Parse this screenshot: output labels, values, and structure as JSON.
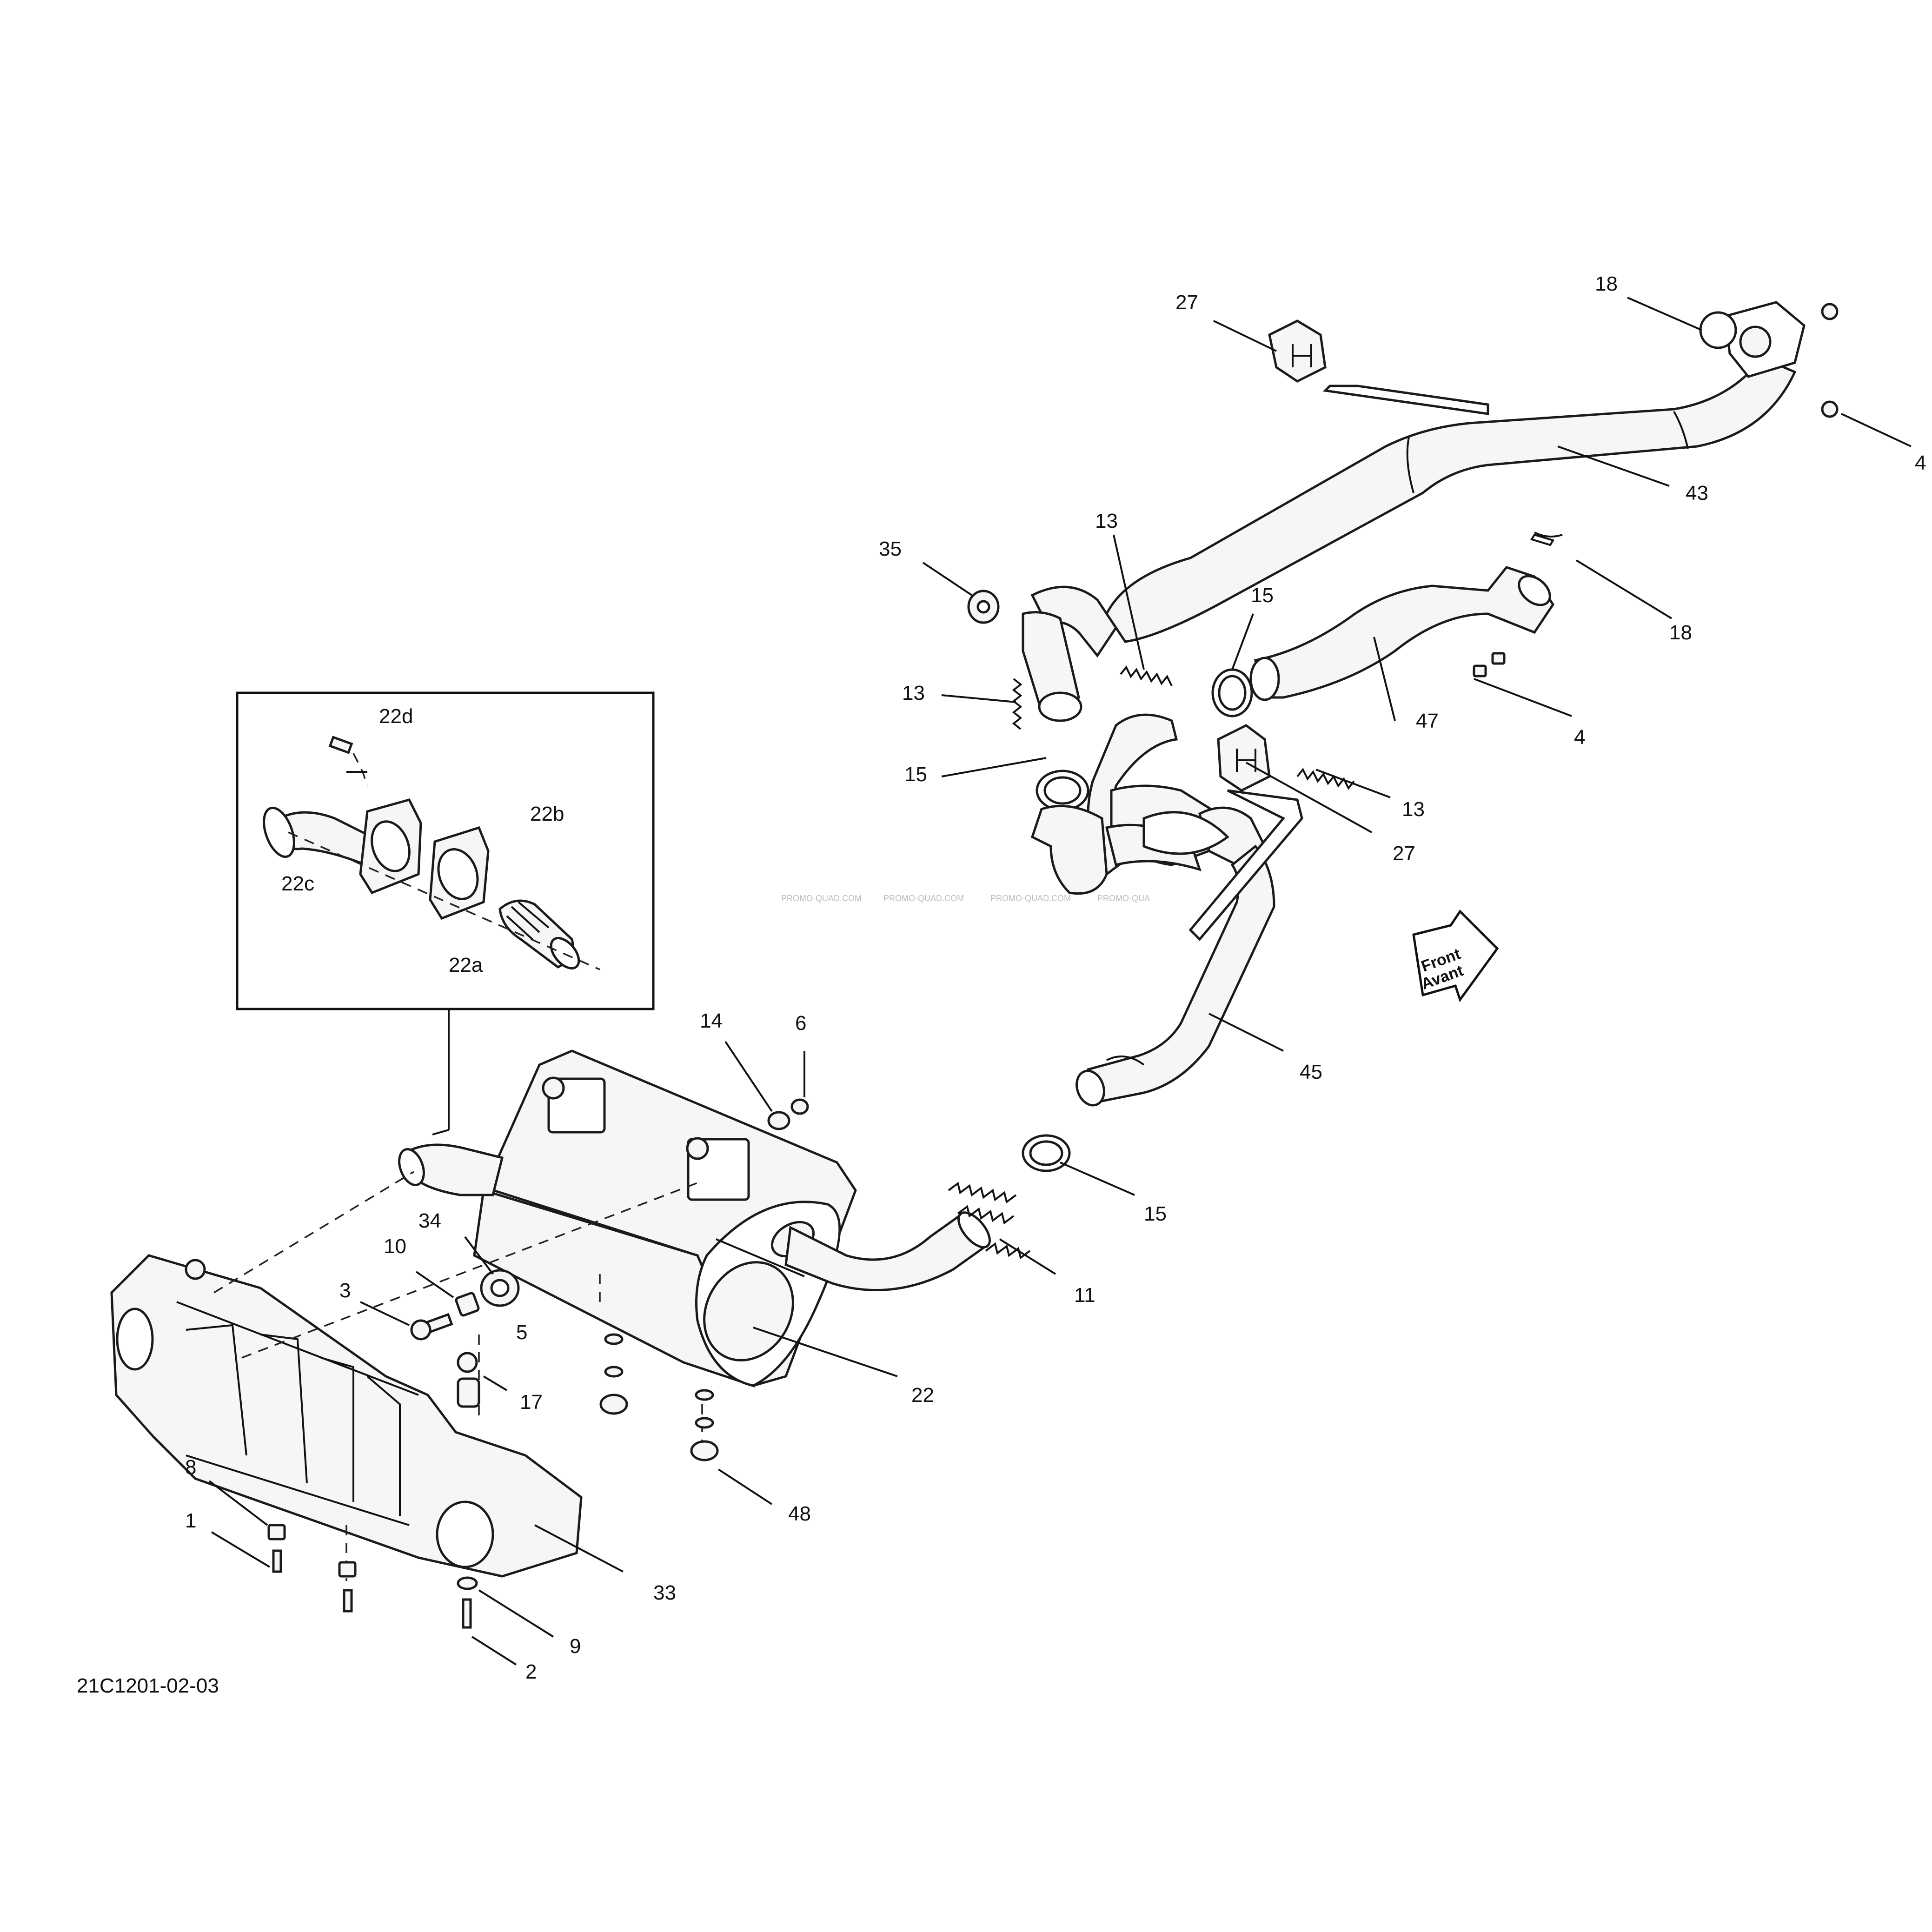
{
  "diagram_code": "21C1201-02-03",
  "watermarks": [
    "PROMO-QUAD.COM",
    "PROMO-QUAD.COM",
    "PROMO-QUAD.COM",
    "PROMO-QUA"
  ],
  "front_marker": {
    "line1": "Front",
    "line2": "Avant"
  },
  "callouts": {
    "c1": "1",
    "c2": "2",
    "c3": "3",
    "c4a": "4",
    "c4b": "4",
    "c5": "5",
    "c6": "6",
    "c8": "8",
    "c9": "9",
    "c10": "10",
    "c11": "11",
    "c13a": "13",
    "c13b": "13",
    "c13c": "13",
    "c14": "14",
    "c15a": "15",
    "c15b": "15",
    "c15c": "15",
    "c17": "17",
    "c18a": "18",
    "c18b": "18",
    "c22": "22",
    "c22a": "22a",
    "c22b": "22b",
    "c22c": "22c",
    "c22d": "22d",
    "c27a": "27",
    "c27b": "27",
    "c33": "33",
    "c34": "34",
    "c35": "35",
    "c43": "43",
    "c45": "45",
    "c47": "47",
    "c48": "48"
  }
}
